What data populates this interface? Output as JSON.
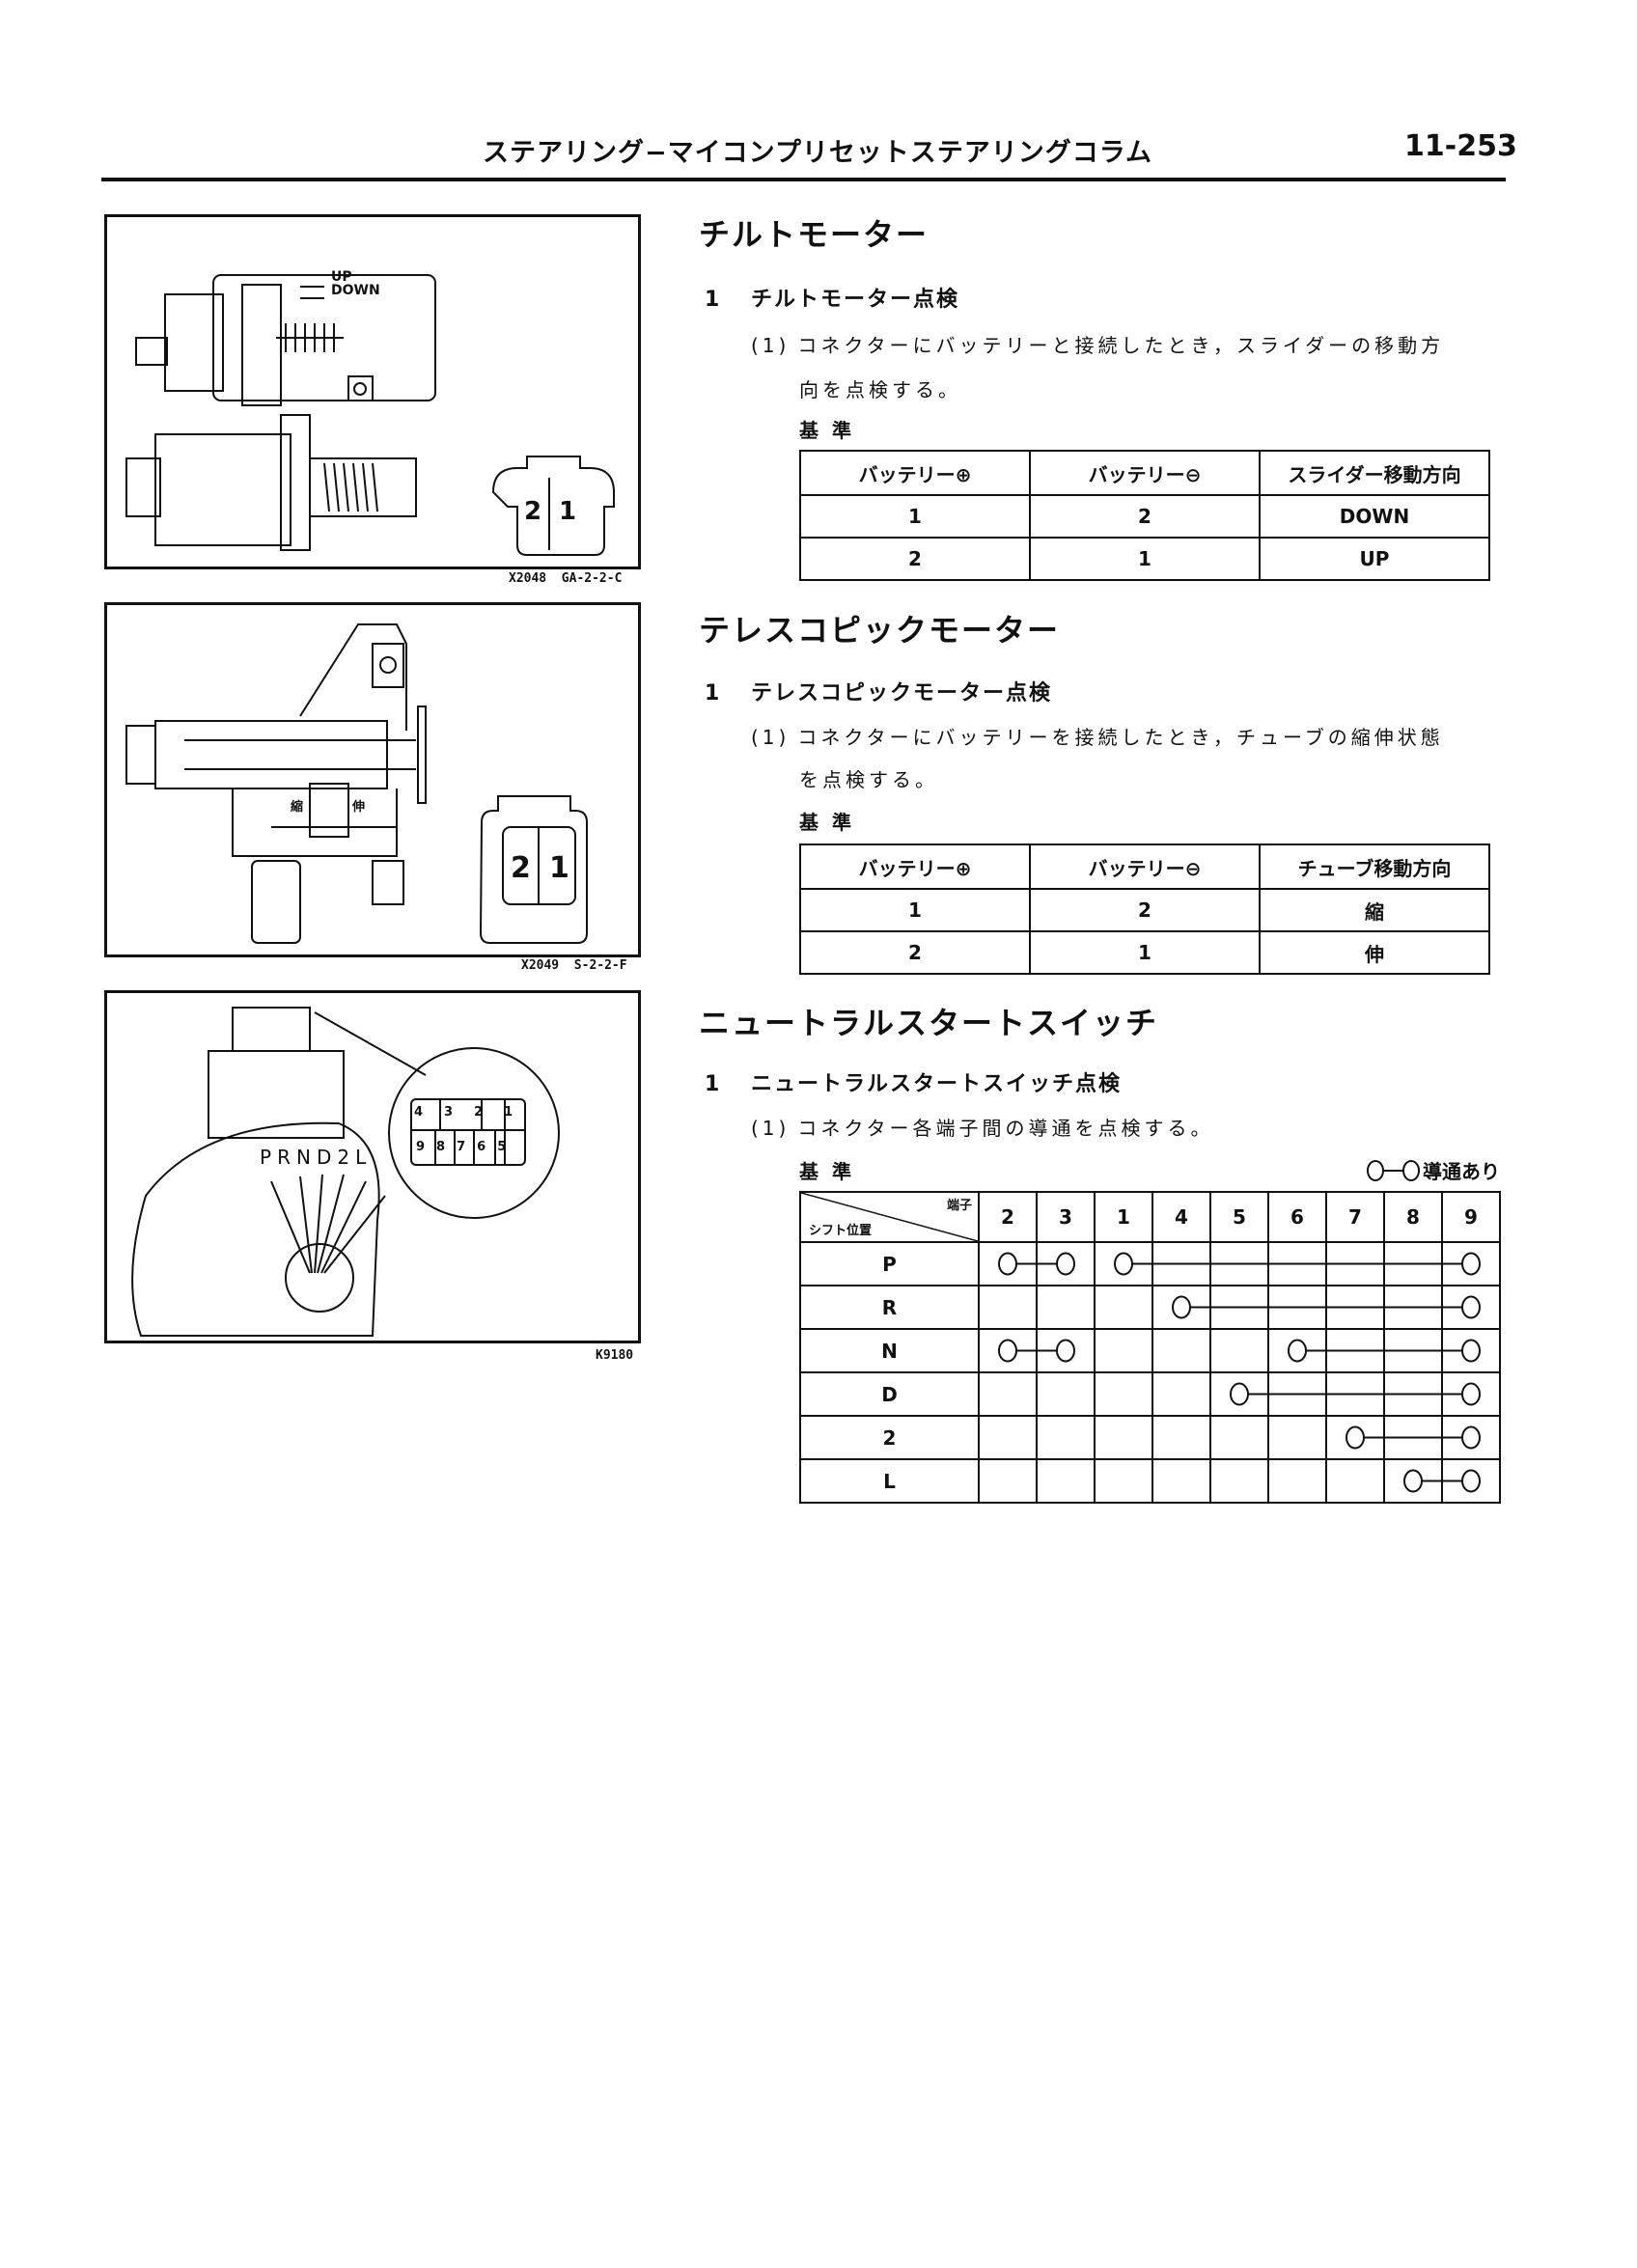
{
  "header": {
    "title": "ステアリング−マイコンプリセットステアリングコラム",
    "page": "11-253"
  },
  "figures": [
    {
      "caption": "X2048  GA-2-2-C",
      "labels": {
        "up": "UP",
        "down": "DOWN",
        "pin_a": "2",
        "pin_b": "1"
      }
    },
    {
      "caption": "X2049  S-2-2-F",
      "labels": {
        "shrink": "縮",
        "extend": "伸",
        "pin_a": "2",
        "pin_b": "1"
      }
    },
    {
      "caption": "K9180",
      "labels": {
        "positions": [
          "P",
          "R",
          "N",
          "D",
          "2",
          "L"
        ],
        "pins_top": [
          "4",
          "3",
          "2",
          "1"
        ],
        "pins_bottom": [
          "9",
          "8",
          "7",
          "6",
          "5"
        ]
      }
    }
  ],
  "sections": [
    {
      "title": "チルトモーター",
      "step_num": "1",
      "step_title": "チルトモーター点検",
      "item_num": "(1)",
      "item_line1": "コネクターにバッテリーと接続したとき，スライダーの移動方",
      "item_line2": "向を点検する。",
      "std_label": "基準",
      "table": {
        "headers": [
          "バッテリー⊕",
          "バッテリー⊖",
          "スライダー移動方向"
        ],
        "rows": [
          [
            "1",
            "2",
            "DOWN"
          ],
          [
            "2",
            "1",
            "UP"
          ]
        ]
      }
    },
    {
      "title": "テレスコピックモーター",
      "step_num": "1",
      "step_title": "テレスコピックモーター点検",
      "item_num": "(1)",
      "item_line1": "コネクターにバッテリーを接続したとき，チューブの縮伸状態",
      "item_line2": "を点検する。",
      "std_label": "基準",
      "table": {
        "headers": [
          "バッテリー⊕",
          "バッテリー⊖",
          "チューブ移動方向"
        ],
        "rows": [
          [
            "1",
            "2",
            "縮"
          ],
          [
            "2",
            "1",
            "伸"
          ]
        ]
      }
    },
    {
      "title": "ニュートラルスタートスイッチ",
      "step_num": "1",
      "step_title": "ニュートラルスタートスイッチ点検",
      "item_num": "(1)",
      "item_line1": "コネクター各端子間の導通を点検する。",
      "std_label": "基準",
      "legend": "導通あり",
      "table": {
        "corner_top": "端子",
        "corner_bottom": "シフト位置",
        "terminals": [
          "2",
          "3",
          "1",
          "4",
          "5",
          "6",
          "7",
          "8",
          "9"
        ],
        "rows": [
          {
            "pos": "P",
            "links": [
              [
                "2",
                "3"
              ],
              [
                "1",
                "9"
              ]
            ]
          },
          {
            "pos": "R",
            "links": [
              [
                "4",
                "9"
              ]
            ]
          },
          {
            "pos": "N",
            "links": [
              [
                "2",
                "3"
              ],
              [
                "6",
                "9"
              ]
            ]
          },
          {
            "pos": "D",
            "links": [
              [
                "5",
                "9"
              ]
            ]
          },
          {
            "pos": "2",
            "links": [
              [
                "7",
                "9"
              ]
            ]
          },
          {
            "pos": "L",
            "links": [
              [
                "8",
                "9"
              ]
            ]
          }
        ]
      }
    }
  ]
}
